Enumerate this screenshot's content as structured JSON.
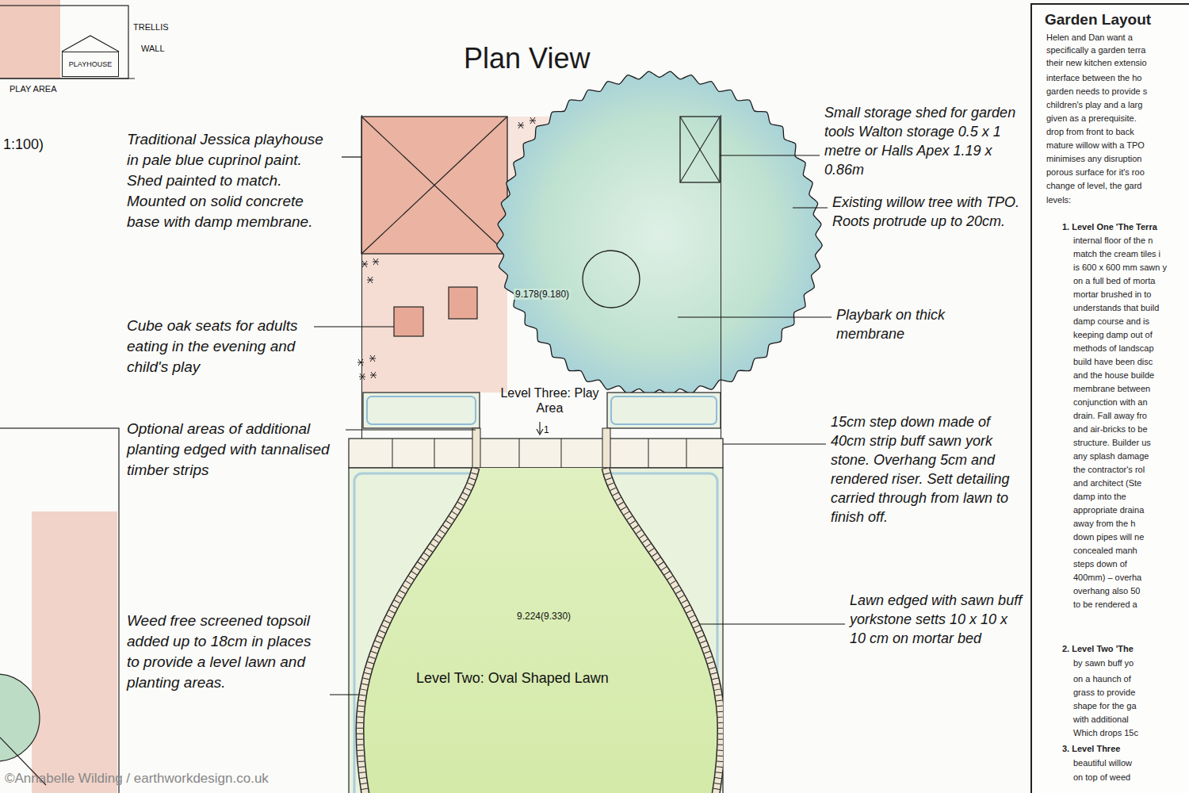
{
  "diagram": {
    "title": "Plan View",
    "nodes": [
      {
        "text": [
          "PLAYHOUSE"
        ]
      },
      {
        "text": [
          "9.178(9.180)",
          "Level Three: Play Area"
        ]
      },
      {
        "text": [
          "9.224(9.330)",
          "Level Two: Oval Shaped Lawn"
        ]
      },
      {
        "text": [
          "Garden Layout",
          "Helen and Dan want a",
          "specifically a garden terra",
          "their new kitchen extensio",
          "interface between the ho",
          "garden needs to provide s",
          "children's play and a larg",
          "given as a prerequisite.",
          "drop from front to back",
          "mature willow with a TPO",
          "minimises any disruption",
          "porous surface for it's roo",
          "change of level, the gard",
          "levels:",
          "1. Level One 'The Terra",
          "internal floor of the n",
          "match the cream tiles i",
          "is 600 x 600 mm sawn y",
          "on a full bed of morta",
          "mortar brushed in to",
          "understands that build",
          "damp course and is",
          "keeping damp out of",
          "methods of landscap",
          "build have been disc",
          "and the house builde",
          "membrane between",
          "conjunction with an",
          "drain. Fall away fro",
          "and air-bricks to be",
          "structure. Builder us",
          "any splash damage",
          "the contractor's rol",
          "and architect (Ste",
          "damp into the",
          "appropriate draina",
          "away from the h",
          "down pipes will ne",
          "concealed manh",
          "steps down of",
          "400mm) – overha",
          "overhang also 50",
          "to be rendered a",
          "2. Level Two 'The",
          "by sawn buff yo",
          "on a haunch of",
          "grass to provide",
          "shape for the ga",
          "with additional",
          "Which drops 15c",
          "3. Level Three",
          "beautiful willow",
          "on top of weed"
        ]
      }
    ],
    "labels": [
      "TRELLIS",
      "WALL",
      "PLAY AREA",
      "1:100)",
      "Traditional Jessica playhouse in pale blue cuprinol paint. Shed painted to match. Mounted on solid concrete base with damp membrane.",
      "Cube oak seats for adults eating in the evening and child's play",
      "Optional areas of additional planting edged with tannalised timber strips",
      "Weed free screened topsoil added up to 18cm in places to provide a level lawn and planting areas.",
      "Small storage shed for garden tools Walton storage 0.5 x 1 metre or Halls Apex 1.19 x 0.86m",
      "Existing willow tree with TPO. Roots protrude up to 20cm.",
      "Playbark on thick membrane",
      "15cm step down made of 40cm strip buff sawn york stone. Overhang 5cm and rendered riser. Sett detailing carried through from lawn to finish off.",
      "Lawn edged with sawn buff yorkstone setts 10 x 10 x 10 cm on mortar bed",
      "1",
      "©Annabelle Wilding / earthworkdesign.co.uk"
    ]
  }
}
